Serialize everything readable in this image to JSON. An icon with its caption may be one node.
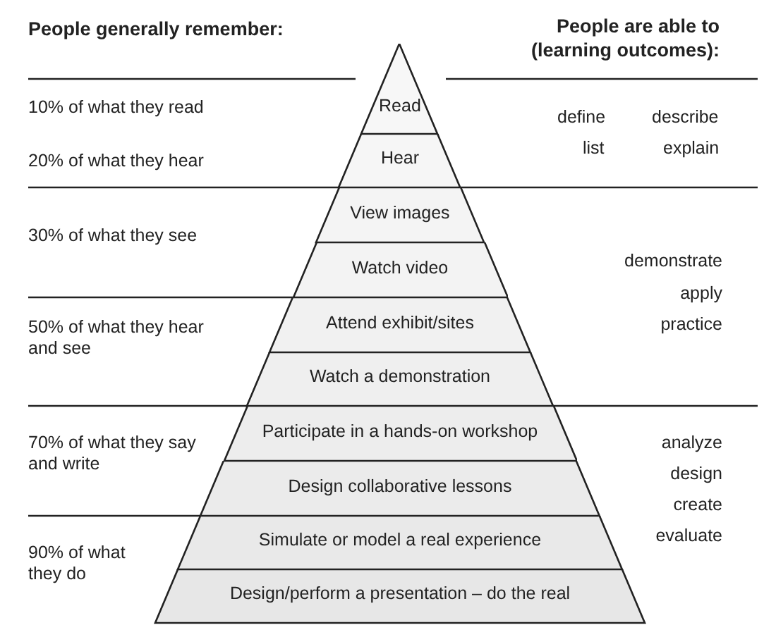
{
  "diagram": {
    "nodes": [
      {
        "text": [
          "Read"
        ]
      },
      {
        "text": [
          "Hear"
        ]
      },
      {
        "text": [
          "View images"
        ]
      },
      {
        "text": [
          "Watch video"
        ]
      },
      {
        "text": [
          "Attend exhibit/sites"
        ]
      },
      {
        "text": [
          "Watch a demonstration"
        ]
      },
      {
        "text": [
          "Participate in a hands-on workshop"
        ]
      },
      {
        "text": [
          "Design collaborative lessons"
        ]
      },
      {
        "text": [
          "Simulate or model a real experience"
        ]
      },
      {
        "text": [
          "Design/perform a presentation – do the real"
        ]
      }
    ],
    "edges": [],
    "labels": [
      "People generally remember:",
      "People are able to (learning outcomes):",
      "10% of what they read",
      "define",
      "describe",
      "list",
      "explain",
      "20% of what they hear",
      "30% of what they see",
      "demonstrate",
      "apply",
      "practice",
      "50% of what they hear and see",
      "70% of what they say and write",
      "analyze",
      "design",
      "create",
      "evaluate",
      "90% of what they do"
    ]
  }
}
